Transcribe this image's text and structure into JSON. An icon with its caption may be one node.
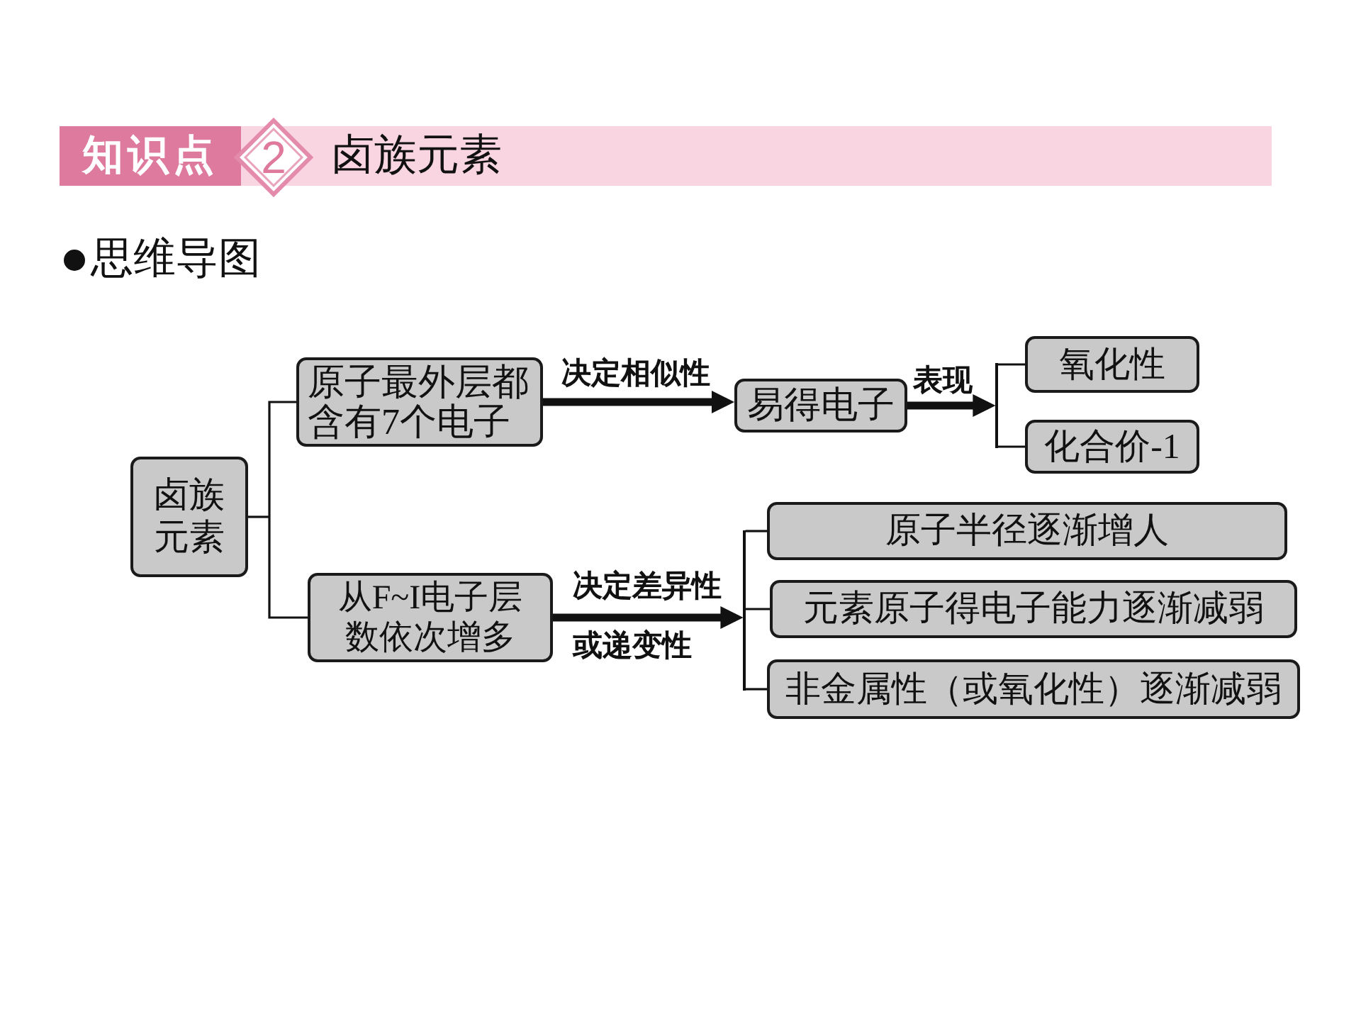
{
  "diagram": {
    "title": "卤族元素",
    "nodes": [
      {
        "text": [
          "卤族元素"
        ]
      },
      {
        "text": [
          "原子最外层都含有7个电子"
        ]
      },
      {
        "text": [
          "易得电子"
        ]
      },
      {
        "text": [],
        "shape": "bar"
      },
      {
        "text": [
          "氧化性"
        ]
      },
      {
        "text": [
          "化合价-1"
        ]
      },
      {
        "text": [
          "从F~I电子层数依次增多"
        ]
      },
      {
        "text": [],
        "shape": "bar"
      },
      {
        "text": [
          "原子半径逐渐增人"
        ]
      },
      {
        "text": [
          "元素原子得电子能力逐渐减弱"
        ]
      },
      {
        "text": [
          "非金属性（或氧化性）逐渐减弱"
        ]
      }
    ],
    "edges": [
      {
        "from": 0,
        "to": 1,
        "arrow": "none"
      },
      {
        "from": 0,
        "to": 6,
        "arrow": "none"
      },
      {
        "from": 1,
        "to": 2,
        "arrow": "to",
        "label": "决定相似性",
        "style": "thick"
      },
      {
        "from": 2,
        "to": 3,
        "arrow": "to",
        "label": "表现",
        "style": "thick"
      },
      {
        "from": 3,
        "to": 4,
        "arrow": "none"
      },
      {
        "from": 3,
        "to": 5,
        "arrow": "none"
      },
      {
        "from": 6,
        "to": 7,
        "arrow": "to",
        "label": "决定差异性或递变性",
        "style": "thick"
      },
      {
        "from": 7,
        "to": 8,
        "arrow": "none"
      },
      {
        "from": 7,
        "to": 9,
        "arrow": "none"
      },
      {
        "from": 7,
        "to": 10,
        "arrow": "none"
      }
    ],
    "labels": [
      "知识点",
      "2",
      "思维导图"
    ]
  }
}
